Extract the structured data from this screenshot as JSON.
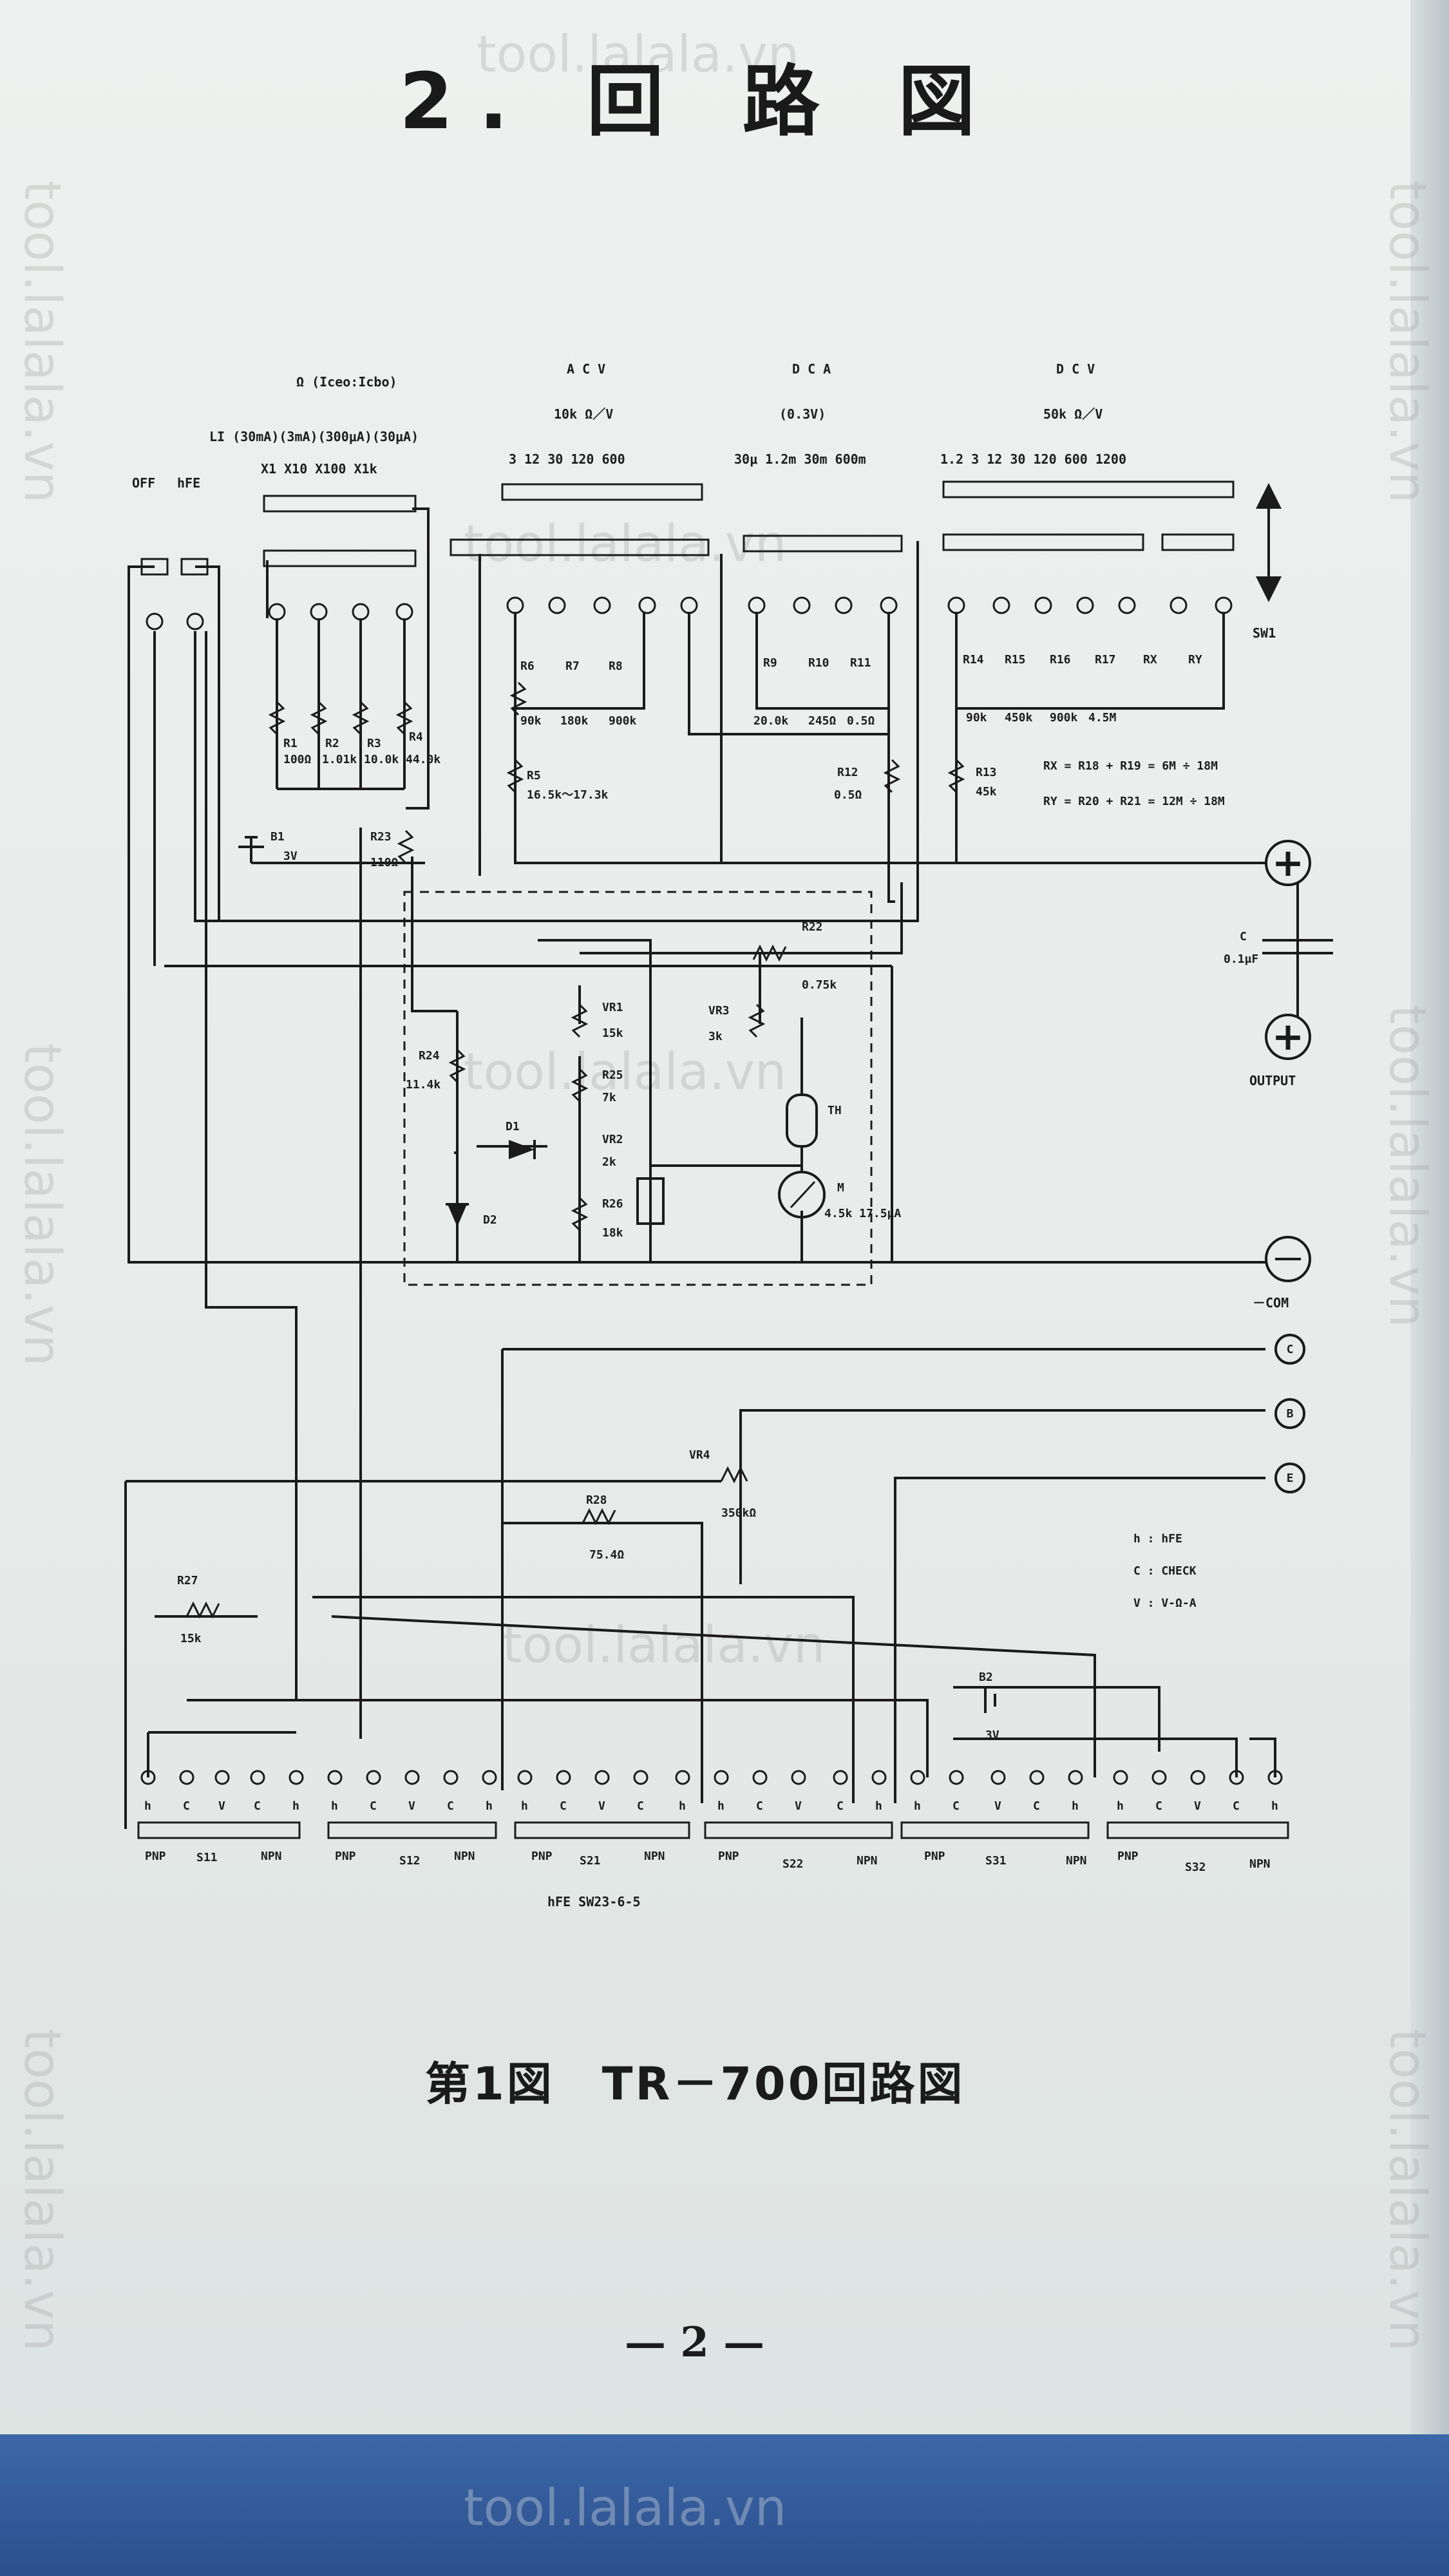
{
  "heading": "2. 回 路 図",
  "caption": "第1図　TR－700回路図",
  "page_number": "— 2 —",
  "watermark": "tool.lalala.vn",
  "schematic": {
    "range_headers": {
      "ohm": "Ω (Iceo:Icbo)",
      "li": "LI (30mA)(3mA)(300μA)(30μA)",
      "ohm_mult": "X1  X10  X100 X1k",
      "acv": "A C V",
      "acv_sens": "10k Ω／V",
      "dca": "D C A",
      "dca_sens": "(0.3V)",
      "dcv": "D C V",
      "dcv_sens": "50k Ω／V",
      "off": "OFF",
      "hfe": "hFE",
      "acv_ranges": "3  12  30  120  600",
      "dca_ranges": "30μ  1.2m 30m 600m",
      "dcv_ranges": "1.2  3  12  30  120  600  1200"
    },
    "components": [
      {
        "ref": "R1",
        "value": "100Ω"
      },
      {
        "ref": "R2",
        "value": "1.01k"
      },
      {
        "ref": "R3",
        "value": "10.0k"
      },
      {
        "ref": "R4",
        "value": "44.0k"
      },
      {
        "ref": "R6",
        "value": "90k"
      },
      {
        "ref": "R7",
        "value": "180k"
      },
      {
        "ref": "R8",
        "value": "900k"
      },
      {
        "ref": "R5",
        "value": "16.5k～17.3k"
      },
      {
        "ref": "R9",
        "value": "20.0k"
      },
      {
        "ref": "R10",
        "value": "245Ω"
      },
      {
        "ref": "R11",
        "value": "0.5Ω"
      },
      {
        "ref": "R12",
        "value": "0.5Ω"
      },
      {
        "ref": "R14",
        "value": "90k"
      },
      {
        "ref": "R15",
        "value": "450k"
      },
      {
        "ref": "R16",
        "value": "900k"
      },
      {
        "ref": "R17",
        "value": "4.5M"
      },
      {
        "ref": "RX",
        "value": ""
      },
      {
        "ref": "RY",
        "value": ""
      },
      {
        "ref": "R13",
        "value": "45k"
      },
      {
        "ref": "B1",
        "value": "3V"
      },
      {
        "ref": "R23",
        "value": "110Ω"
      },
      {
        "ref": "R22",
        "value": "0.75k"
      },
      {
        "ref": "VR1",
        "value": "15k"
      },
      {
        "ref": "VR3",
        "value": "3k"
      },
      {
        "ref": "R24",
        "value": "11.4k"
      },
      {
        "ref": "R25",
        "value": "7k"
      },
      {
        "ref": "VR2",
        "value": "2k"
      },
      {
        "ref": "R26",
        "value": "18k"
      },
      {
        "ref": "D1",
        "value": ""
      },
      {
        "ref": "D2",
        "value": ""
      },
      {
        "ref": "TH",
        "value": ""
      },
      {
        "ref": "M",
        "value": "4.5k 17.5μA"
      },
      {
        "ref": "C",
        "value": "0.1μF"
      },
      {
        "ref": "VR4",
        "value": "350kΩ"
      },
      {
        "ref": "R28",
        "value": "75.4Ω"
      },
      {
        "ref": "R27",
        "value": "15k"
      },
      {
        "ref": "B2",
        "value": "3V"
      }
    ],
    "notes": {
      "rx": "RX = R18 + R19 = 6M ÷ 18M",
      "ry": "RY = R20 + R21 = 12M ÷ 18M",
      "legend_h": "h : hFE",
      "legend_c": "C : CHECK",
      "legend_v": "V : V-Ω-A"
    },
    "terminals": {
      "plus": "+",
      "output": "OUTPUT",
      "com": "－COM",
      "c": "C",
      "b": "B",
      "e": "E",
      "sw1": "SW1"
    },
    "switches": {
      "pin_labels": [
        "h",
        "C",
        "V",
        "C",
        "h"
      ],
      "pin_labels_s21": [
        "h",
        "C",
        "V",
        "C",
        "h"
      ],
      "groups": [
        "S11",
        "S12",
        "S21",
        "S22",
        "S31",
        "S32"
      ],
      "pnp": "PNP",
      "npn": "NPN",
      "bottom_label": "hFE  SW23-6-5"
    }
  }
}
